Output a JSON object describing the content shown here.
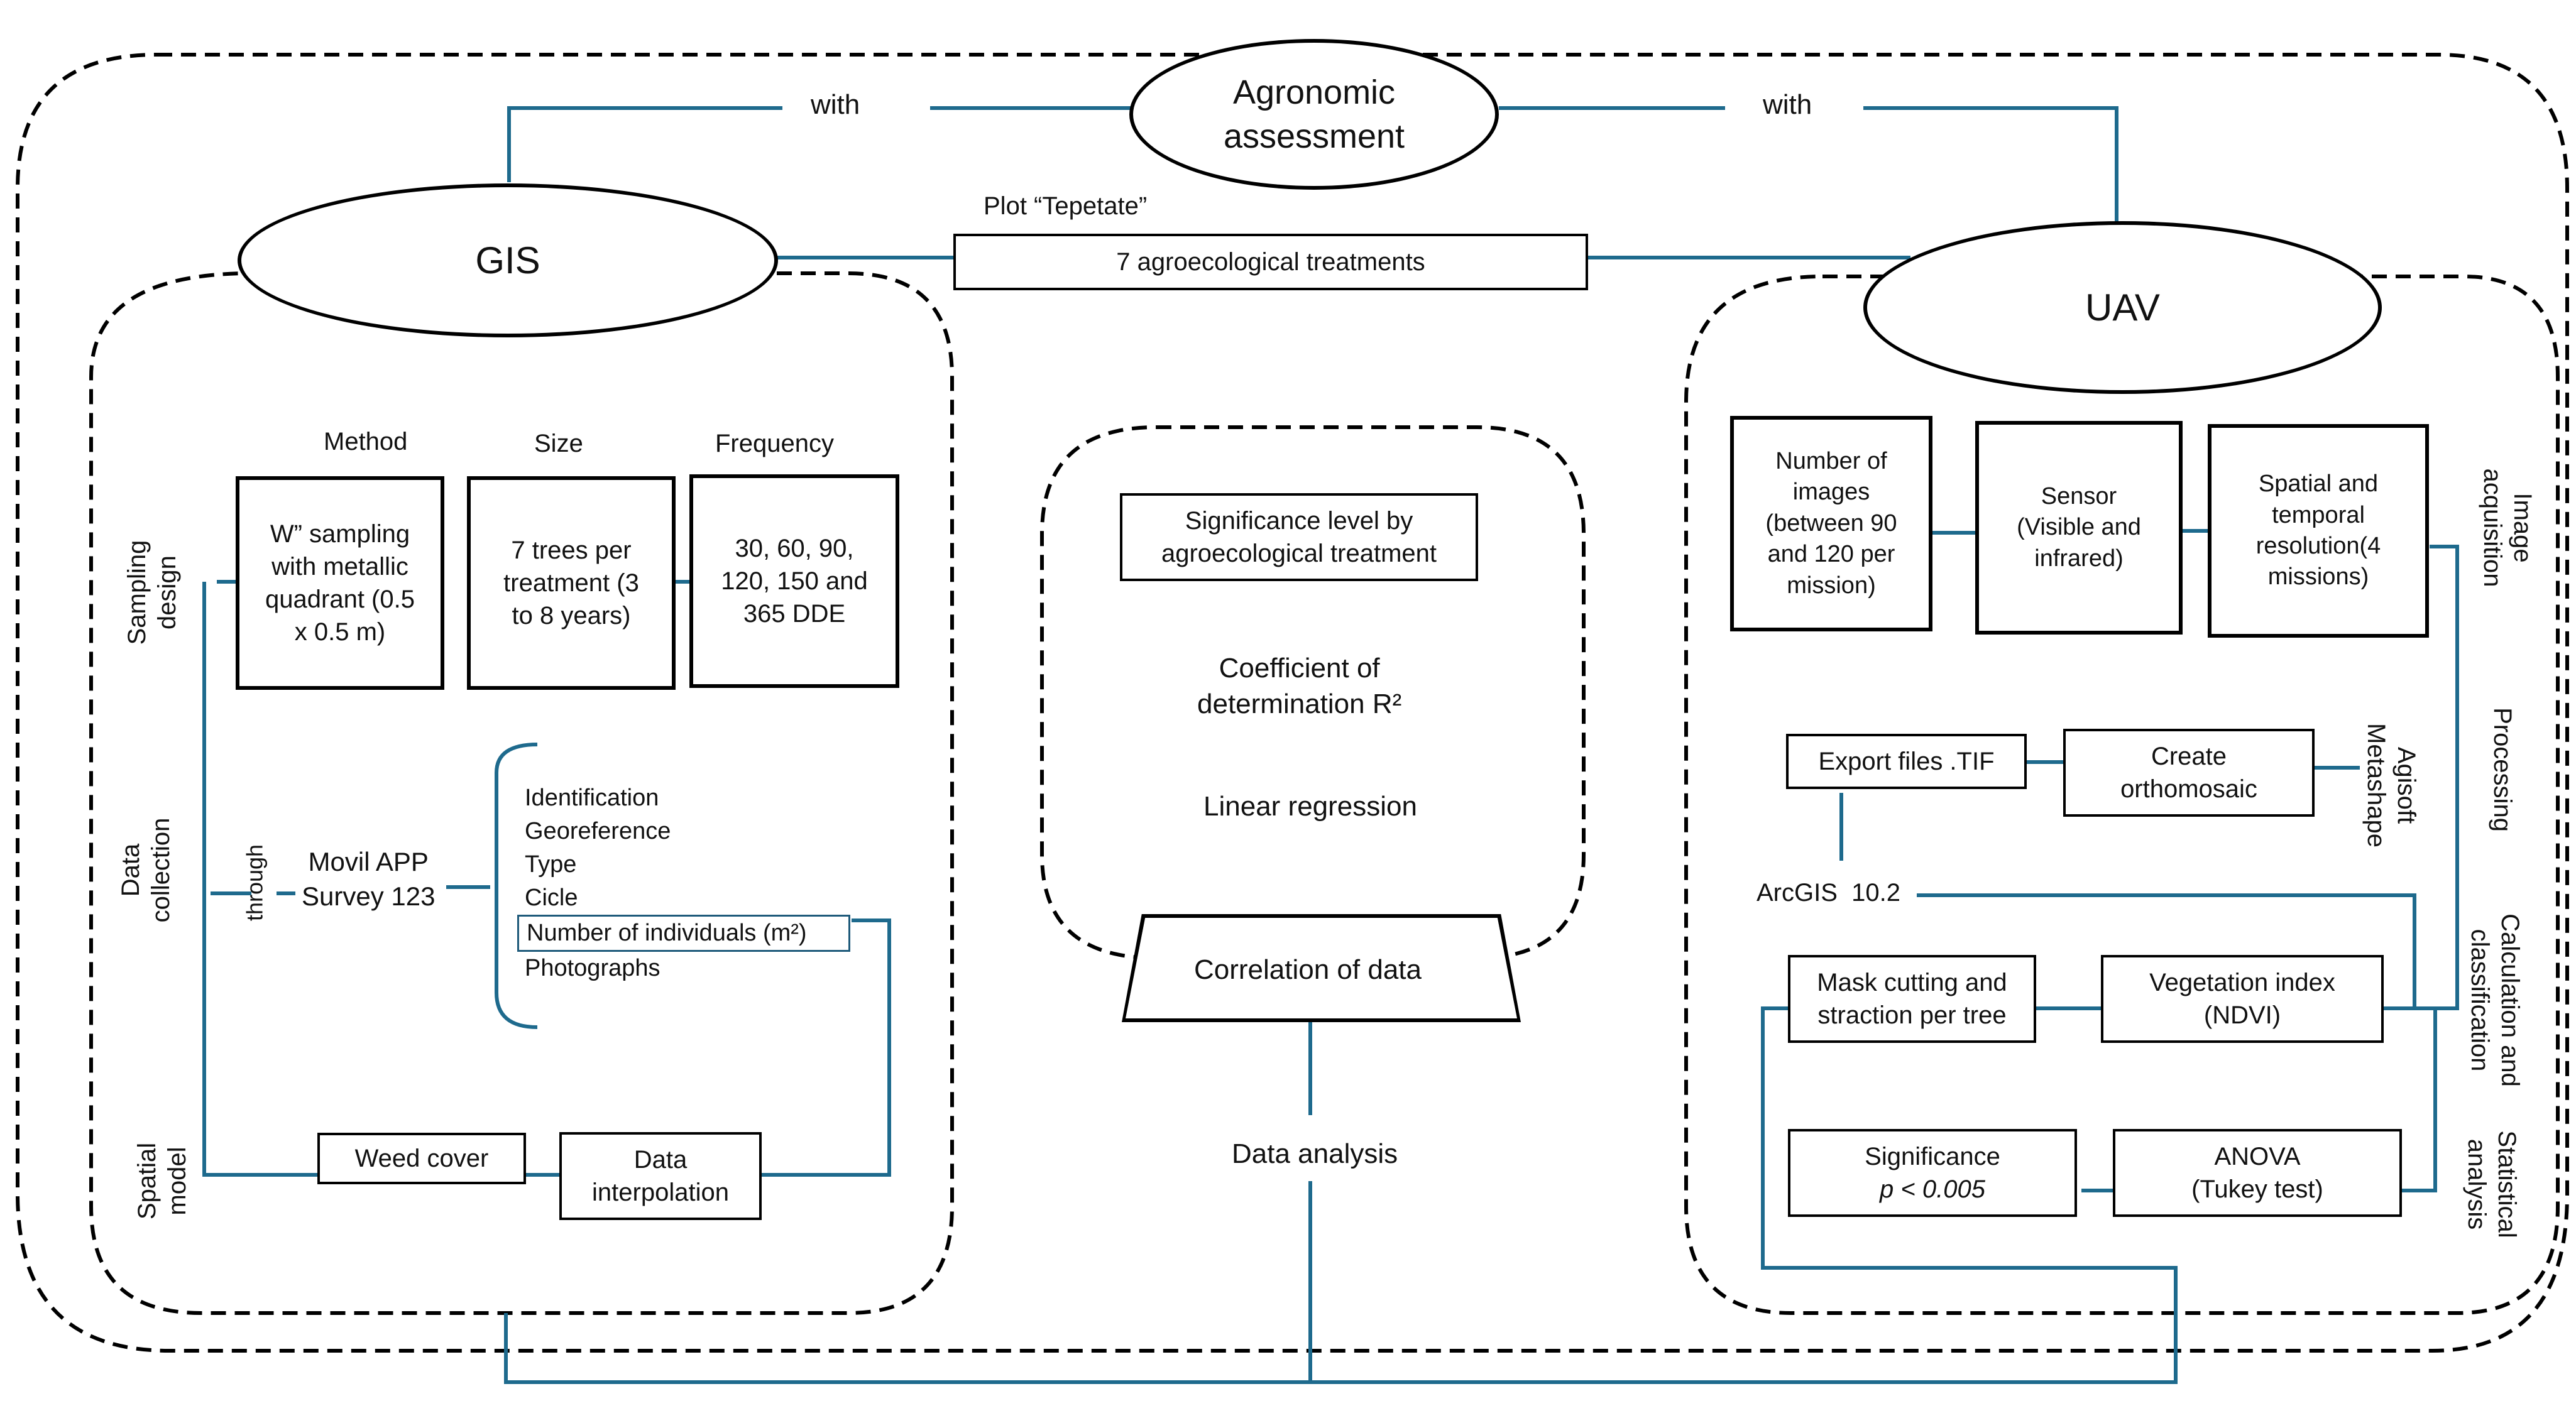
{
  "top_node": {
    "line1": "Agronomic",
    "line2": "assessment"
  },
  "connector_left": "with",
  "connector_right": "with",
  "plot": {
    "label": "Plot “Tepetate”",
    "box": "7 agroecological treatments"
  },
  "gis": {
    "title": "GIS",
    "column_headers": [
      "Method",
      "Size",
      "Frequency"
    ],
    "section_labels": {
      "sampling": [
        "Sampling",
        "design"
      ],
      "data_collection": [
        "Data",
        "collection"
      ],
      "spatial_model": [
        "Spatial",
        "model"
      ]
    },
    "method_box": [
      "W” sampling",
      "with metallic",
      "quadrant (0.5",
      "x 0.5 m)"
    ],
    "size_box": [
      "7 trees per",
      "treatment (3",
      "to 8 years)"
    ],
    "frequency_box": [
      "30, 60, 90,",
      "120, 150 and",
      "365 DDE"
    ],
    "through": "through",
    "app": [
      "Movil APP",
      "Survey 123"
    ],
    "fields": [
      "Identification",
      "Georeference",
      "Type",
      "Cicle",
      "Number of individuals (m²)",
      "Photographs"
    ],
    "weed_cover": "Weed cover",
    "interpolation": [
      "Data",
      "interpolation"
    ]
  },
  "center": {
    "significance": [
      "Significance level by",
      "agroecological treatment"
    ],
    "coefficient": [
      "Coefficient of",
      "determination R²"
    ],
    "regression": "Linear regression",
    "correlation": "Correlation of data",
    "analysis": "Data analysis"
  },
  "uav": {
    "title": "UAV",
    "section_labels": {
      "image_acquisition": [
        "Image",
        "acquisition"
      ],
      "processing": "Processing",
      "agisoft": [
        "Agisoft",
        "Metashape"
      ],
      "calculation": [
        "Calculation and",
        "classification"
      ],
      "statistical": [
        "Statistical",
        "analysis"
      ]
    },
    "images_box": [
      "Number of",
      "images",
      "(between 90",
      "and 120 per",
      "mission)"
    ],
    "sensor_box": [
      "Sensor",
      "(Visible and",
      "infrared)"
    ],
    "resolution_box": [
      "Spatial and",
      "temporal",
      "resolution(4",
      "missions)"
    ],
    "export": "Export files .TIF",
    "orthomosaic": [
      "Create",
      "orthomosaic"
    ],
    "arcgis": "ArcGIS  10.2",
    "mask": [
      "Mask cutting and",
      "straction per tree"
    ],
    "ndvi": [
      "Vegetation index",
      "(NDVI)"
    ],
    "significance": [
      "Significance",
      "p < 0.005"
    ],
    "anova": [
      "ANOVA",
      "(Tukey test)"
    ]
  }
}
